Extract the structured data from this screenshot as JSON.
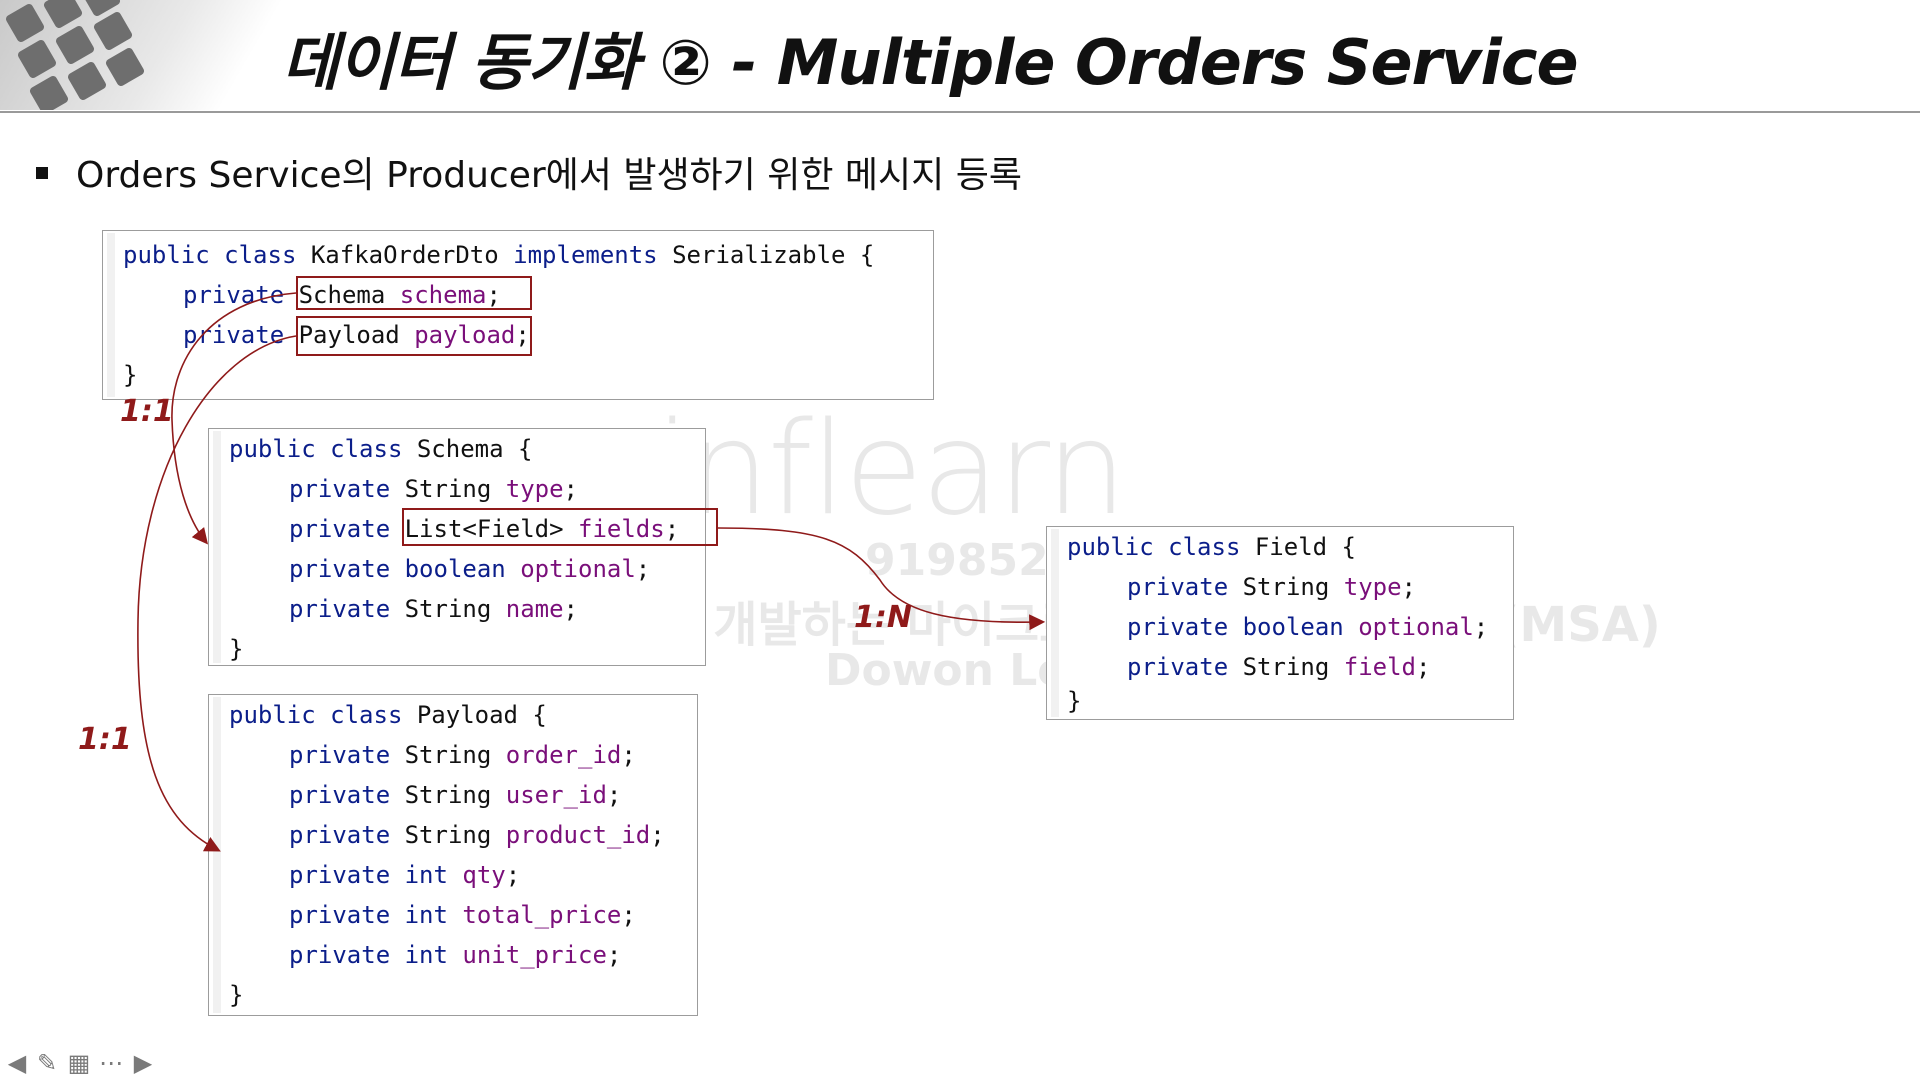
{
  "slide": {
    "title": "데이터 동기화 ② - Multiple Orders Service",
    "bullet": "Orders Service의 Producer에서 발생하기 위한 메시지 등록"
  },
  "code_blocks": {
    "kafka_order_dto": {
      "line1": {
        "k1": "public class",
        "name": " KafkaOrderDto ",
        "k2": "implements",
        "rest": " Serializable {"
      },
      "line2": {
        "mod": "private",
        "type": "Schema ",
        "field": "schema",
        "end": ";"
      },
      "line3": {
        "mod": "private",
        "type": "Payload ",
        "field": "payload",
        "end": ";"
      },
      "line4": "}"
    },
    "schema": {
      "line1": {
        "k1": "public class",
        "rest": " Schema {"
      },
      "fields": [
        {
          "mod": "private",
          "type": " String ",
          "field": "type",
          "end": ";"
        },
        {
          "mod": "private",
          "type": " List<Field> ",
          "field": "fields",
          "end": ";"
        },
        {
          "mod": "private",
          "type": " boolean ",
          "field": "optional",
          "end": ";"
        },
        {
          "mod": "private",
          "type": " String ",
          "field": "name",
          "end": ";"
        }
      ],
      "close": "}"
    },
    "payload": {
      "line1": {
        "k1": "public class",
        "rest": " Payload {"
      },
      "fields": [
        {
          "mod": "private",
          "type": " String ",
          "field": "order_id",
          "end": ";"
        },
        {
          "mod": "private",
          "type": " String ",
          "field": "user_id",
          "end": ";"
        },
        {
          "mod": "private",
          "type": " String ",
          "field": "product_id",
          "end": ";"
        },
        {
          "mod": "private",
          "type": " int ",
          "field": "qty",
          "end": ";"
        },
        {
          "mod": "private",
          "type": " int ",
          "field": "total_price",
          "end": ";"
        },
        {
          "mod": "private",
          "type": " int ",
          "field": "unit_price",
          "end": ";"
        }
      ],
      "close": "}"
    },
    "field": {
      "line1": {
        "k1": "public class",
        "rest": " Field {"
      },
      "fields": [
        {
          "mod": "private",
          "type": " String ",
          "field": "type",
          "end": ";"
        },
        {
          "mod": "private",
          "type": " boolean ",
          "field": "optional",
          "end": ";"
        },
        {
          "mod": "private",
          "type": " String ",
          "field": "field",
          "end": ";"
        }
      ],
      "close": "}"
    }
  },
  "relations": {
    "schema_rel": "1:1",
    "payload_rel": "1:1",
    "fields_rel": "1:N"
  },
  "watermark": {
    "logo": "inflearn",
    "number": "919852",
    "course": "Spring Cloud로 개발하는 마이크로서비스 애플리케이션(MSA)",
    "author": "Dowon Lee"
  },
  "colors": {
    "keyword": "#0b1e8a",
    "field": "#7a0f7a",
    "relation": "#8f1a1a"
  },
  "controls": [
    "prev-arrow-icon",
    "pen-icon",
    "slide-grid-icon",
    "more-icon",
    "next-arrow-icon"
  ]
}
